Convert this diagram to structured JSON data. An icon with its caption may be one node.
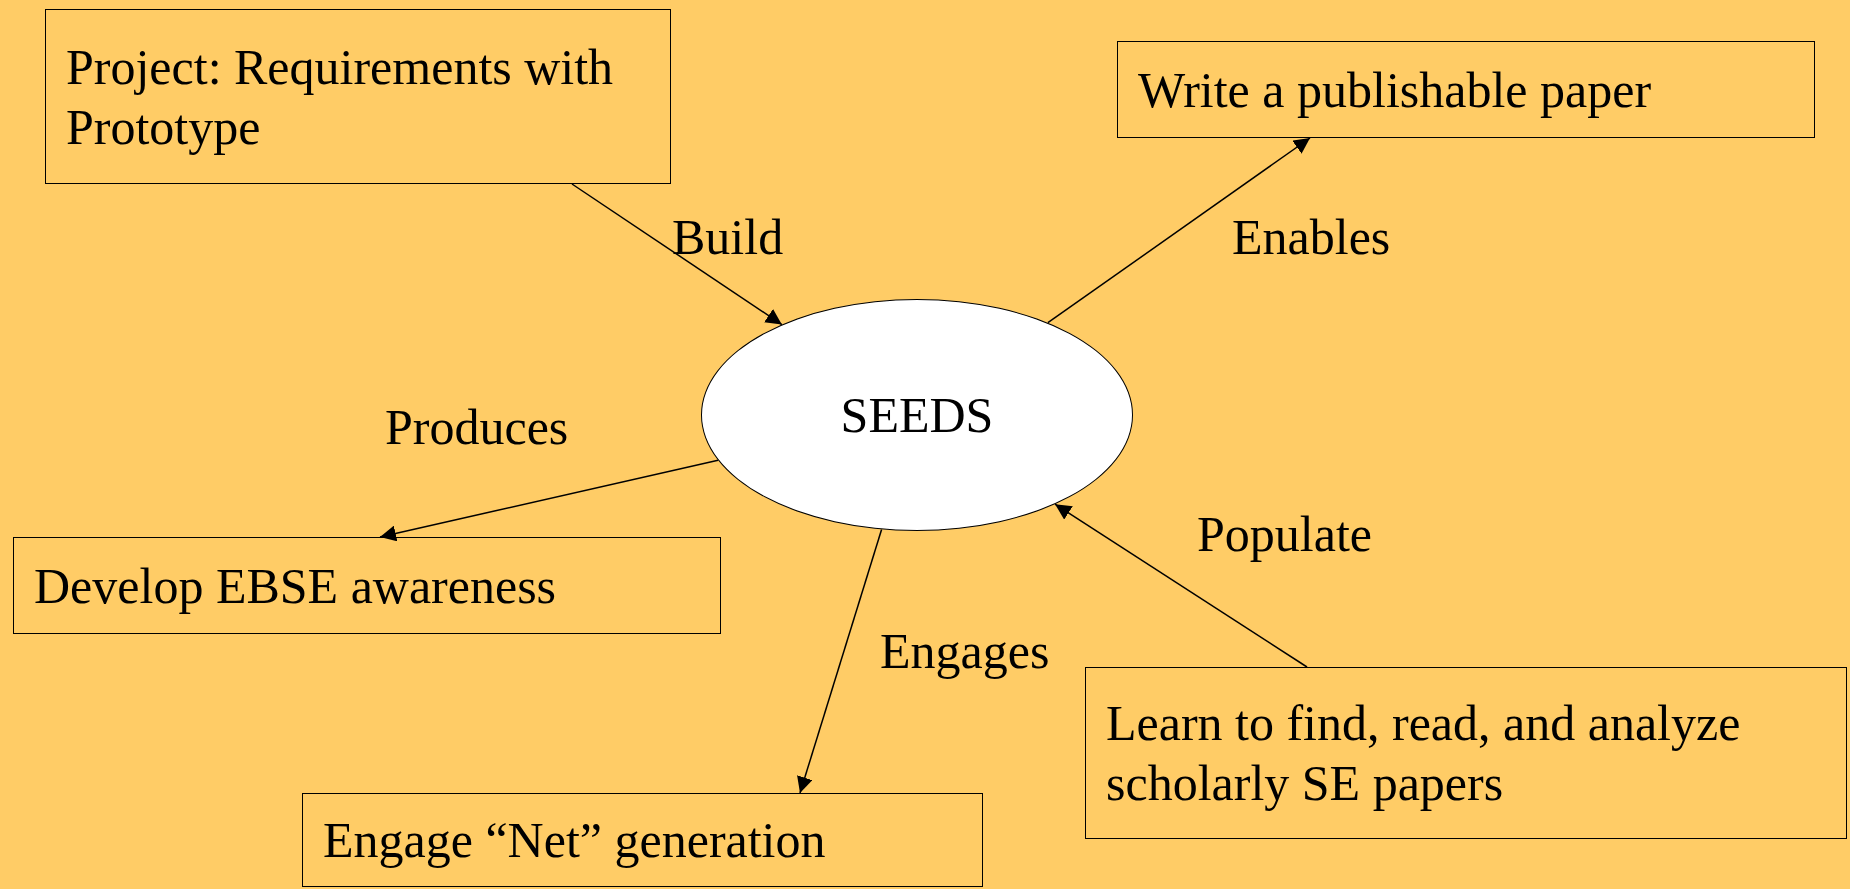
{
  "diagram": {
    "nodes": [
      {
        "text": [
          "Project: Requirements with Prototype"
        ]
      },
      {
        "text": [
          "Write a publishable paper"
        ]
      },
      {
        "text": [
          "SEEDS"
        ]
      },
      {
        "text": [
          "Develop EBSE awareness"
        ]
      },
      {
        "text": [
          "Engage “Net” generation"
        ]
      },
      {
        "text": [
          "Learn to find, read, and analyze scholarly SE papers"
        ]
      }
    ],
    "edges": [
      {
        "from": 0,
        "to": 2,
        "arrow": "to",
        "label": "Build"
      },
      {
        "from": 2,
        "to": 1,
        "arrow": "to",
        "label": "Enables"
      },
      {
        "from": 2,
        "to": 3,
        "arrow": "to",
        "label": "Produces"
      },
      {
        "from": 2,
        "to": 4,
        "arrow": "to",
        "label": "Engages"
      },
      {
        "from": 5,
        "to": 2,
        "arrow": "to",
        "label": "Populate"
      }
    ]
  }
}
